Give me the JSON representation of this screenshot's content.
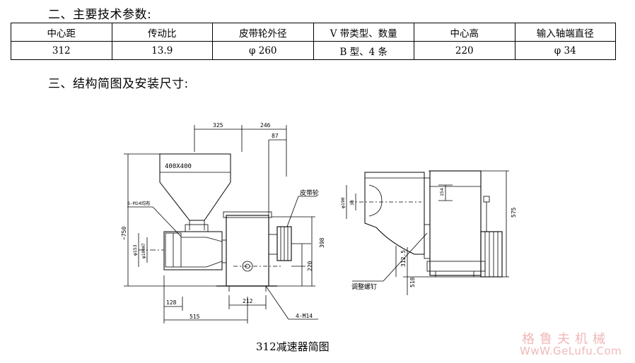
{
  "section2": {
    "title": "二、主要技术参数:"
  },
  "spec_table": {
    "headers": [
      "中心距",
      "传动比",
      "皮带轮外径",
      "V 带类型、数量",
      "中心高",
      "输入轴端直径"
    ],
    "values": [
      "312",
      "13.9",
      "φ 260",
      "B 型、4 条",
      "220",
      "φ 34"
    ]
  },
  "section3": {
    "title": "三、结构简图及安装尺寸:"
  },
  "drawing": {
    "dim_325": "325",
    "dim_246": "246",
    "dim_87": "87",
    "hopper_size": "400X400",
    "hole_spec": "6-M14均布",
    "pulley_label": "皮带轮",
    "dim_750": "~750",
    "dim_153": "φ153",
    "dim_100": "φ100H7",
    "dim_398": "398",
    "dim_220": "220",
    "dim_128": "128",
    "dim_212": "212",
    "dim_515": "515",
    "bolt_spec": "4-M14",
    "dim_190": "φ190",
    "dim_30": "30",
    "dim_154": "154",
    "dim_575": "575",
    "dim_3125": "312.5",
    "dim_518": "518",
    "adjust_screw": "调整螺钉"
  },
  "caption": "312减速器简图",
  "watermark": {
    "cn": "格鲁夫机械",
    "url": "WwW.GeLufu.Com"
  }
}
